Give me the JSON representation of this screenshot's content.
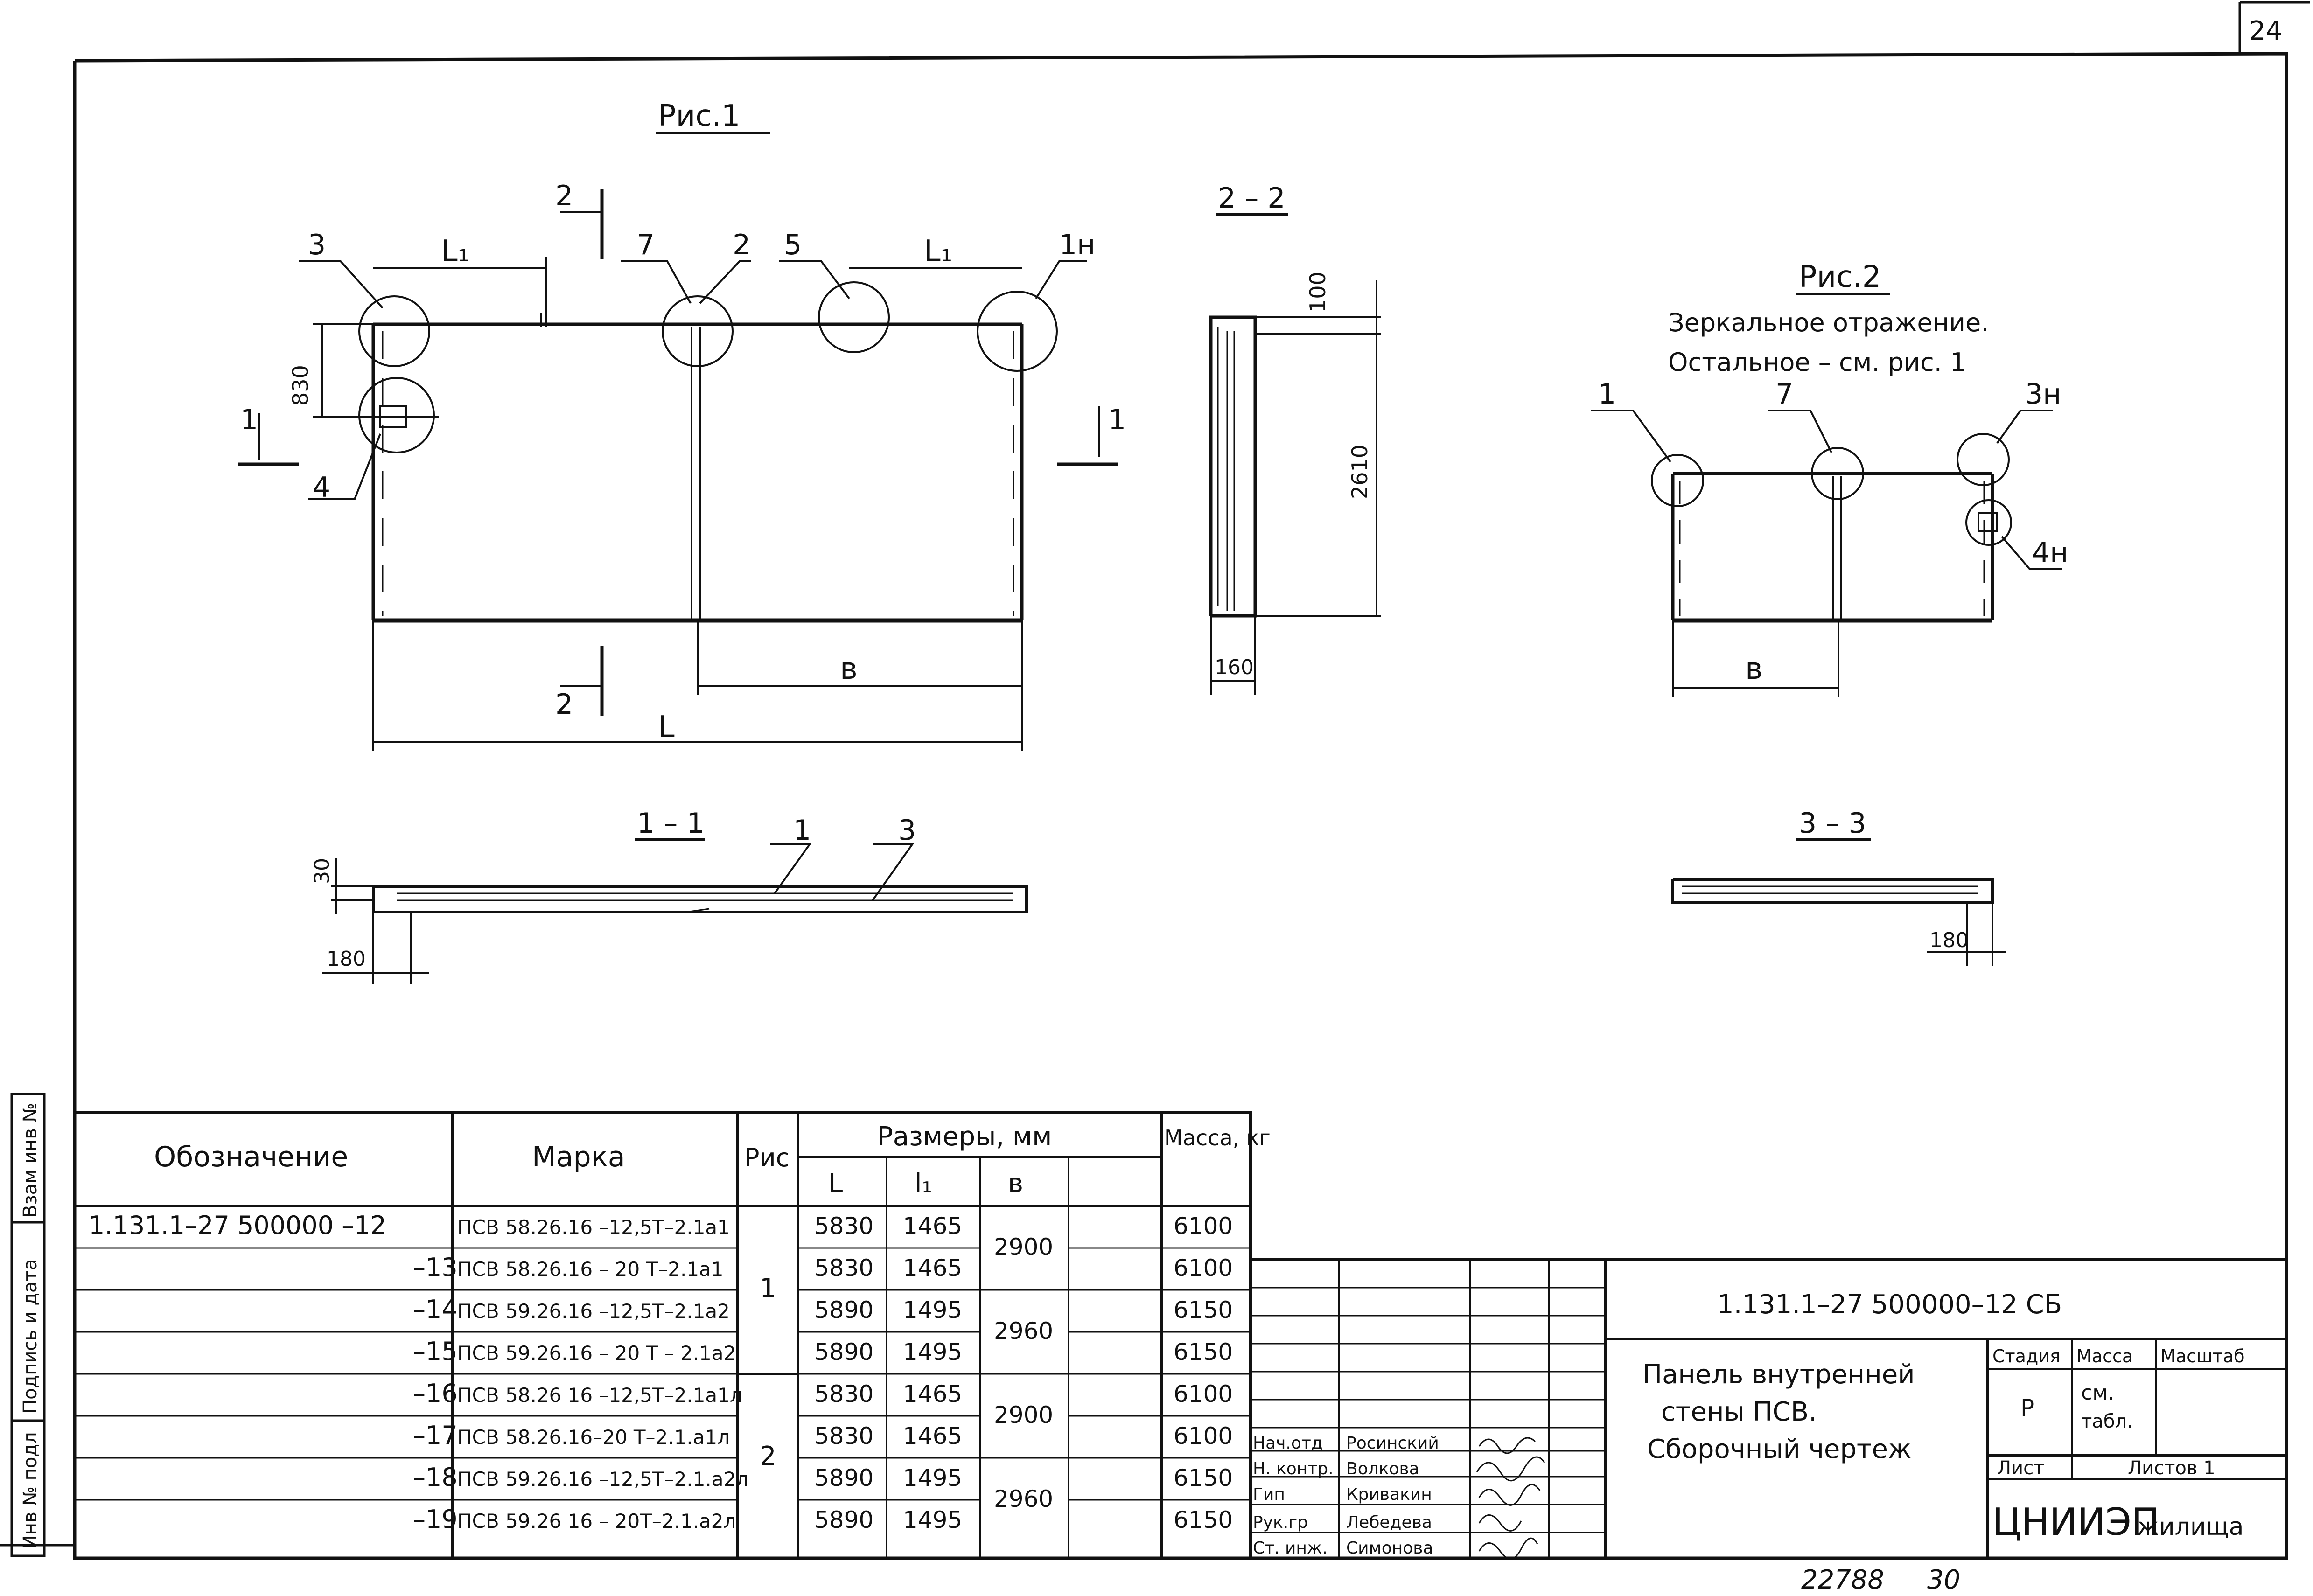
{
  "sheet_number": "24",
  "fig1": {
    "title": "Рис.1",
    "L1": "L₁",
    "L": "L",
    "b": "в",
    "h830": "830",
    "cut2": "2",
    "cut1": "1",
    "callouts": [
      "3",
      "4",
      "7",
      "2",
      "5",
      "1н"
    ]
  },
  "fig2": {
    "title": "Рис.2",
    "note1": "Зеркальное отражение.",
    "note2": "Остальное – см. рис. 1",
    "callouts": [
      "1",
      "7",
      "3н",
      "4н"
    ],
    "b": "в"
  },
  "sec22": {
    "title": "2 – 2",
    "d100": "100",
    "d2610": "2610",
    "d160": "160"
  },
  "sec11": {
    "title": "1 – 1",
    "d30": "30",
    "d180": "180",
    "c1": "1",
    "c3": "3"
  },
  "sec33": {
    "title": "3 – 3",
    "d180": "180"
  },
  "side_stamp": [
    "Инв № подл",
    "Подпись и дата",
    "Взам инв №"
  ],
  "table": {
    "headers": {
      "designation": "Обозначение",
      "mark": "Марка",
      "fig": "Рис",
      "sizes": "Размеры, мм",
      "L": "L",
      "L1": "l₁",
      "b": "в",
      "mass": "Масса, кг"
    },
    "rows": [
      {
        "des": "1.131.1–27  500000 –12",
        "mark": "ПСВ 58.26.16 –12,5Т–2.1а1",
        "L": "5830",
        "L1": "1465",
        "mass": "6100"
      },
      {
        "des": "–13",
        "mark": "ПСВ 58.26.16 – 20 Т–2.1а1",
        "L": "5830",
        "L1": "1465",
        "mass": "6100"
      },
      {
        "des": "–14",
        "mark": "ПСВ 59.26.16 –12,5Т–2.1а2",
        "L": "5890",
        "L1": "1495",
        "mass": "6150"
      },
      {
        "des": "–15",
        "mark": "ПСВ 59.26.16 – 20 Т – 2.1а2",
        "L": "5890",
        "L1": "1495",
        "mass": "6150"
      },
      {
        "des": "–16",
        "mark": "ПСВ 58.26 16 –12,5Т–2.1а1л",
        "L": "5830",
        "L1": "1465",
        "mass": "6100"
      },
      {
        "des": "–17",
        "mark": "ПСВ 58.26.16–20 Т–2.1.а1л",
        "L": "5830",
        "L1": "1465",
        "mass": "6100"
      },
      {
        "des": "–18",
        "mark": "ПСВ 59.26.16 –12,5Т–2.1.а2л",
        "L": "5890",
        "L1": "1495",
        "mass": "6150"
      },
      {
        "des": "–19",
        "mark": "ПСВ 59.26 16 – 20Т–2.1.а2л",
        "L": "5890",
        "L1": "1495",
        "mass": "6150"
      }
    ],
    "fig_groups": [
      "1",
      "2"
    ],
    "b_groups": [
      "2900",
      "2960",
      "2900",
      "2960"
    ]
  },
  "title_block": {
    "code": "1.131.1–27   500000–12 СБ",
    "name1": "Панель внутренней",
    "name2": "стены ПСВ.",
    "name3": "Сборочный чертеж",
    "stage_h": "Стадия",
    "mass_h": "Масса",
    "scale_h": "Масштаб",
    "stage": "Р",
    "mass1": "см.",
    "mass2": "табл.",
    "sheet_h": "Лист",
    "sheets_h": "Листов 1",
    "org": "ЦНИИЭП",
    "org2": "жилища",
    "staff": [
      {
        "role": "Нач.отд",
        "name": "Росинский"
      },
      {
        "role": "Н. контр.",
        "name": "Волкова"
      },
      {
        "role": "Гип",
        "name": "Кривакин"
      },
      {
        "role": "Рук.гр",
        "name": "Лебедева"
      },
      {
        "role": "Ст. инж.",
        "name": "Симонова"
      }
    ]
  },
  "footer": {
    "num1": "22788",
    "num2": "30"
  }
}
